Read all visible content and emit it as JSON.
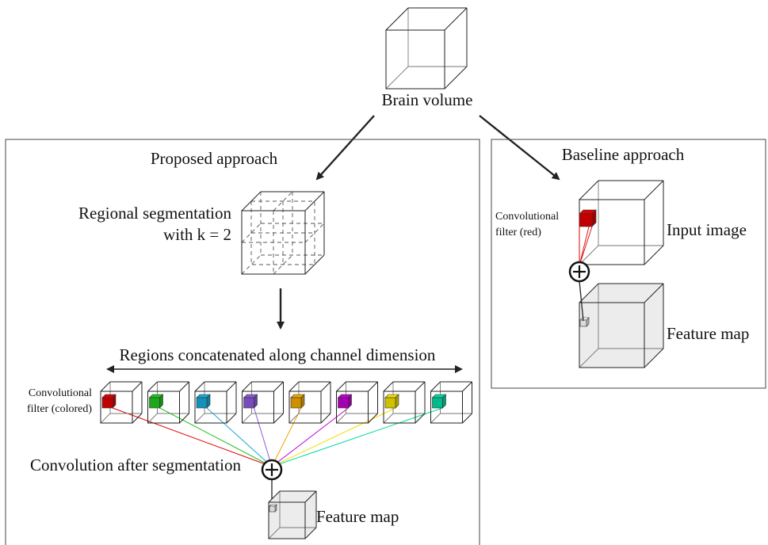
{
  "top": {
    "label": "Brain volume"
  },
  "proposed": {
    "title": "Proposed approach",
    "segmentation_label_line1": "Regional segmentation",
    "segmentation_label_line2": "with k = 2",
    "concat_label": "Regions concatenated along channel dimension",
    "filter_label_line1": "Convolutional",
    "filter_label_line2": "filter (colored)",
    "conv_label": "Convolution after segmentation",
    "feature_label": "Feature map",
    "region_filter_colors": [
      "#e00000",
      "#1fc41f",
      "#18a8d8",
      "#8a5ad8",
      "#f0a800",
      "#c000d0",
      "#f0e000",
      "#00d8a0"
    ]
  },
  "baseline": {
    "title": "Baseline approach",
    "filter_label_line1": "Convolutional",
    "filter_label_line2": "filter (red)",
    "input_label": "Input image",
    "feature_label": "Feature map",
    "filter_color": "#e00000"
  },
  "operator_symbol": "+"
}
